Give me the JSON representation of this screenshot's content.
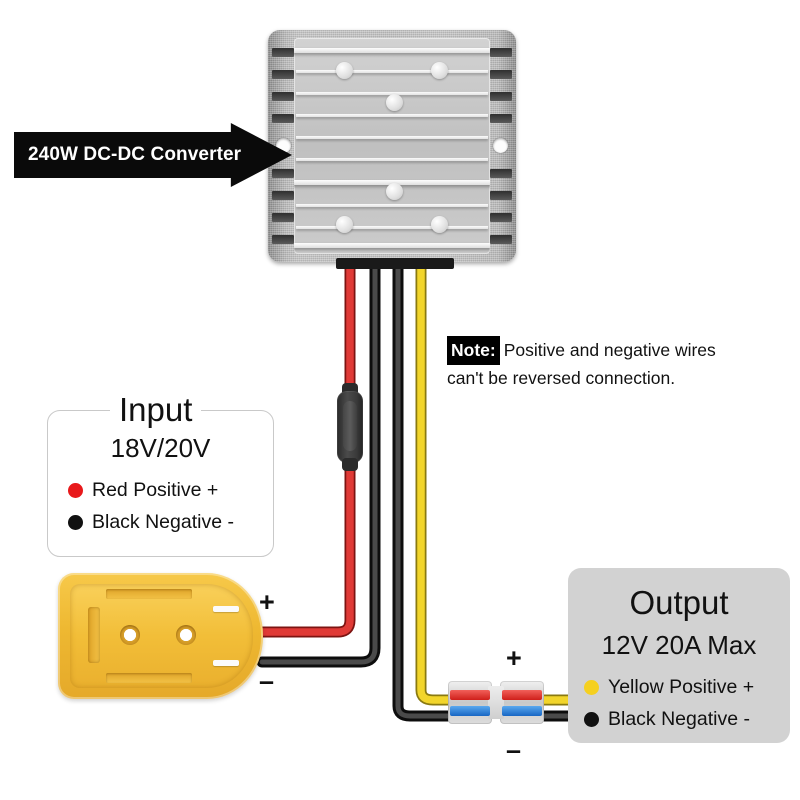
{
  "banner": {
    "label": "240W DC-DC Converter",
    "icon": "right-arrow-icon",
    "bg": "#0a0a0a",
    "text_color": "#ffffff"
  },
  "note": {
    "tag": "Note:",
    "line1": "Positive and negative wires",
    "line2": "can't be reversed connection."
  },
  "input_panel": {
    "title": "Input",
    "voltage": "18V/20V",
    "legend": [
      {
        "label": "Red Positive +",
        "color": "#e8191b",
        "dot": "red-dot-icon"
      },
      {
        "label": "Black Negative -",
        "color": "#111111",
        "dot": "black-dot-icon"
      }
    ],
    "plus_sign": "+",
    "minus_sign": "–"
  },
  "output_panel": {
    "title": "Output",
    "rating": "12V 20A Max",
    "bg": "#d2d2d2",
    "legend": [
      {
        "label": "Yellow Positive +",
        "color": "#f5d020",
        "dot": "yellow-dot-icon"
      },
      {
        "label": "Black Negative -",
        "color": "#111111",
        "dot": "black-dot-icon"
      }
    ],
    "plus_sign": "+",
    "minus_sign": "–"
  },
  "converter": {
    "name": "dc-dc-converter-module",
    "body_color": "#c4c4c4"
  },
  "wires": {
    "input_positive_color": "#e03a36",
    "input_negative_color": "#2b2b2b",
    "output_positive_color": "#f2d52b",
    "output_negative_color": "#2b2b2b"
  },
  "battery_adapter": {
    "name": "battery-adapter",
    "color": "#f2be38"
  },
  "wire_connector": {
    "name": "lever-wire-connector",
    "top_lever_color": "#cf1f1a",
    "bottom_lever_color": "#1766c4"
  }
}
